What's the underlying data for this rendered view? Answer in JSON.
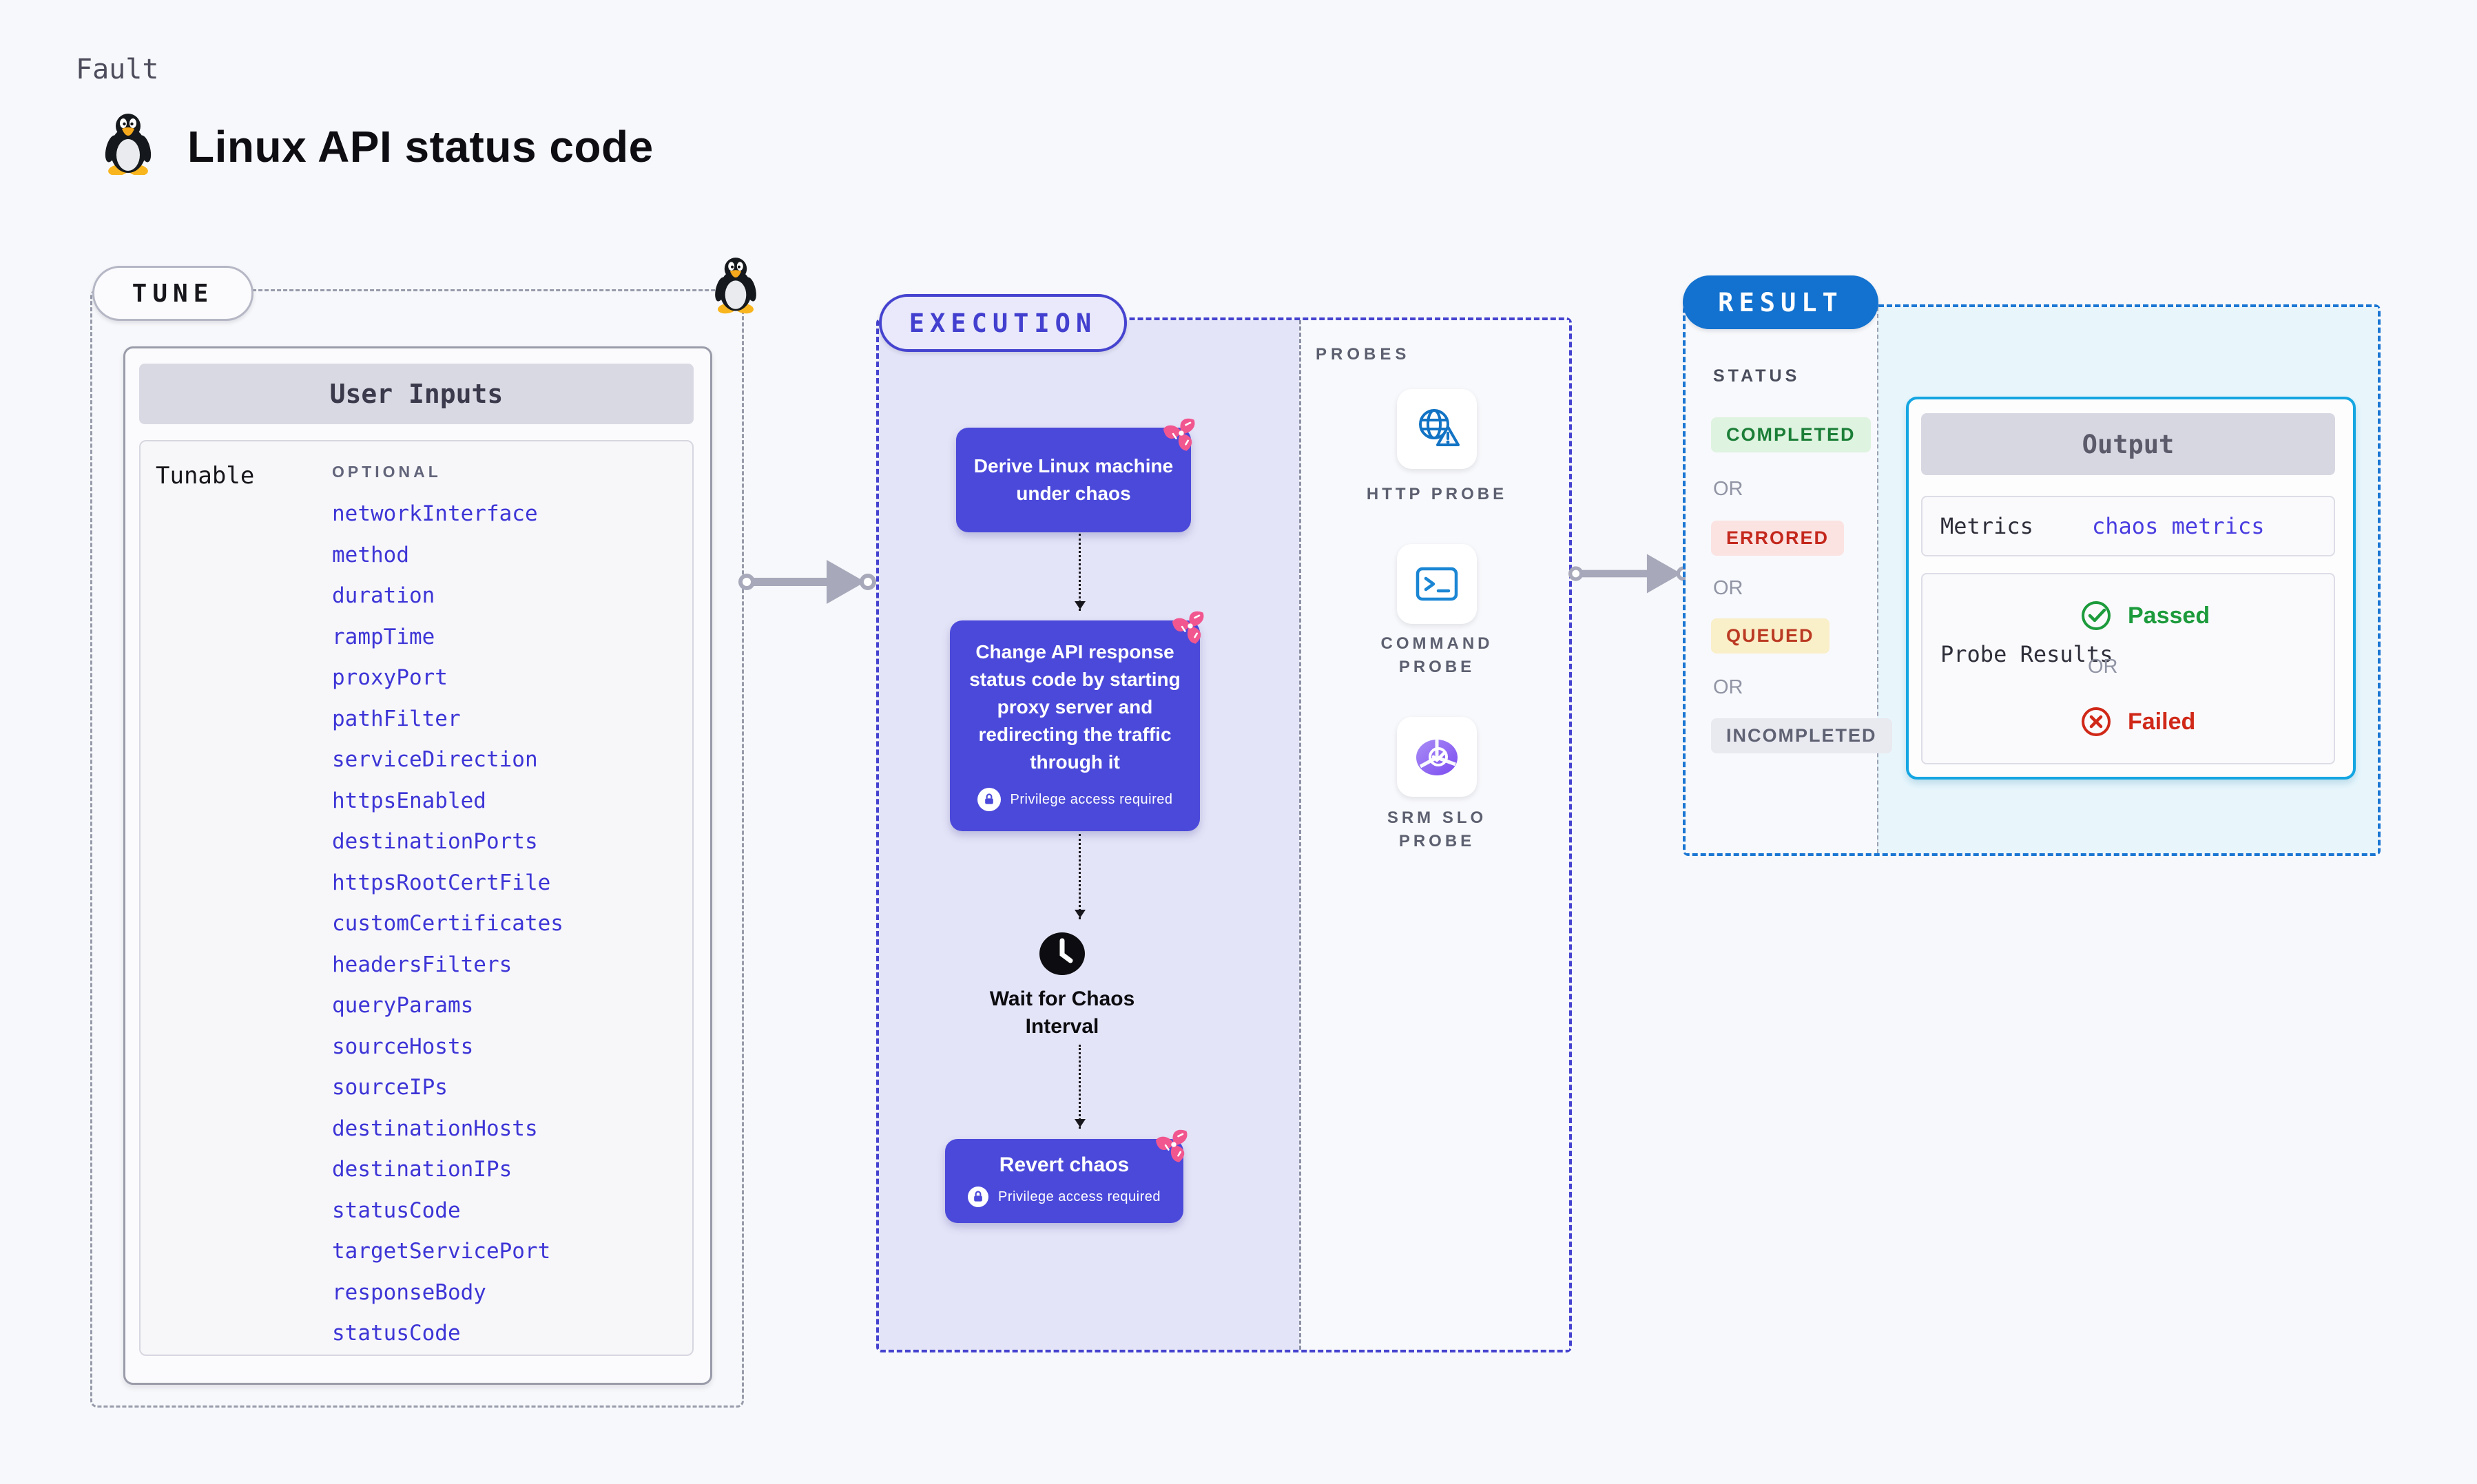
{
  "header": {
    "kicker": "Fault",
    "title": "Linux API status code"
  },
  "tune": {
    "pill": "TUNE",
    "card_title": "User Inputs",
    "row_label": "Tunable",
    "col_label": "OPTIONAL",
    "params": [
      "networkInterface",
      "method",
      "duration",
      "rampTime",
      "proxyPort",
      "pathFilter",
      "serviceDirection",
      "httpsEnabled",
      "destinationPorts",
      "httpsRootCertFile",
      "customCertificates",
      "headersFilters",
      "queryParams",
      "sourceHosts",
      "sourceIPs",
      "destinationHosts",
      "destinationIPs",
      "statusCode",
      "targetServicePort",
      "responseBody",
      "statusCode"
    ]
  },
  "execution": {
    "pill": "EXECUTION",
    "node1": "Derive Linux machine under chaos",
    "node2": "Change API response status code by starting proxy server and redirecting the traffic through it",
    "node3": "Revert chaos",
    "wait_label": "Wait for Chaos Interval",
    "privilege_label": "Privilege access required"
  },
  "probes": {
    "title": "PROBES",
    "items": [
      {
        "label": "HTTP PROBE",
        "icon": "globe-warning-icon"
      },
      {
        "label": "COMMAND PROBE",
        "icon": "terminal-icon"
      },
      {
        "label": "SRM SLO PROBE",
        "icon": "pie-check-icon"
      }
    ]
  },
  "result": {
    "pill": "RESULT",
    "status_title": "STATUS",
    "or_label": "OR",
    "statuses": [
      {
        "label": "COMPLETED",
        "color": "#1b7e37",
        "bg": "#def3e0"
      },
      {
        "label": "ERRORED",
        "color": "#c4281d",
        "bg": "#fbe3e2"
      },
      {
        "label": "QUEUED",
        "color": "#bb3a23",
        "bg": "#f9efc8"
      },
      {
        "label": "INCOMPLETED",
        "color": "#5f6273",
        "bg": "#e9e9f0"
      }
    ],
    "output": {
      "title": "Output",
      "metrics_label": "Metrics",
      "metrics_value": "chaos metrics",
      "probe_results_label": "Probe Results",
      "passed": "Passed",
      "or_label": "OR",
      "failed": "Failed"
    }
  },
  "colors": {
    "accent_indigo": "#4543cf",
    "node_indigo": "#4b49da",
    "result_blue": "#1372cf",
    "output_border_cyan": "#14a6e2",
    "param_link_blue": "#3d35d6",
    "chaos_pink": "#f1568f",
    "passed_green": "#1d9b3c",
    "failed_red": "#d02818",
    "lavender_bg": "#e4e4f8",
    "cyan_bg": "#e8f6fc"
  }
}
